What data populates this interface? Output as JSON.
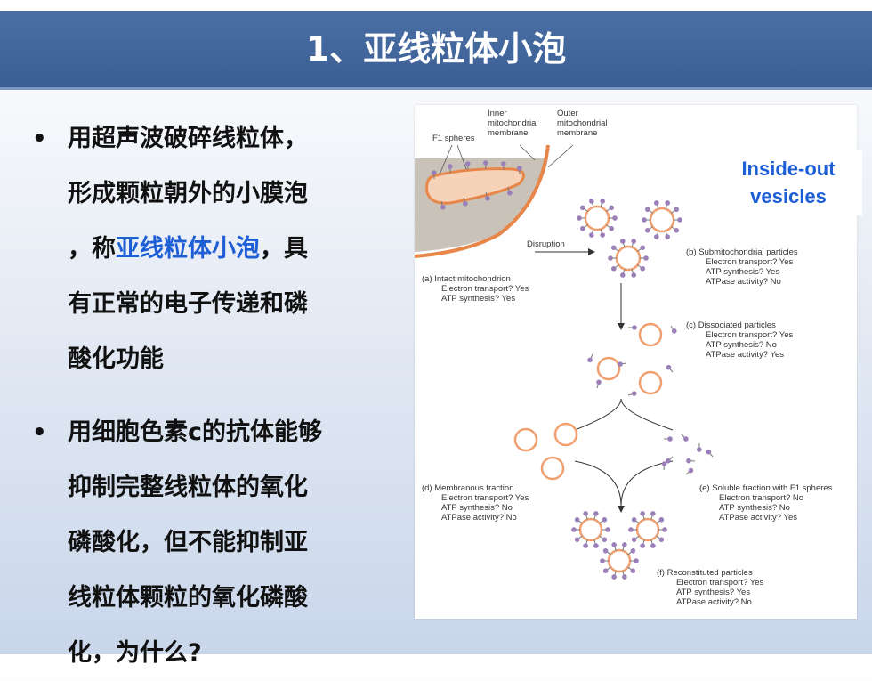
{
  "title": "1、亚线粒体小泡",
  "bullets": [
    {
      "lines": [
        "用超声波破碎线粒体，",
        "形成颗粒朝外的小膜泡"
      ],
      "line3_pre": "，称",
      "line3_hl": "亚线粒体小泡",
      "line3_post": "，具",
      "lines_after": [
        "有正常的电子传递和磷",
        "酸化功能"
      ]
    },
    {
      "lines": [
        "用细胞色素c的抗体能够",
        "抑制完整线粒体的氧化",
        "磷酸化，但不能抑制亚",
        "线粒体颗粒的氧化磷酸",
        "化，为什么?"
      ]
    }
  ],
  "figure": {
    "callout": [
      "Inside-out",
      "vesicles"
    ],
    "f1_spheres": "F1 spheres",
    "inner_membrane": [
      "Inner",
      "mitochondrial",
      "membrane"
    ],
    "outer_membrane": [
      "Outer",
      "mitochondrial",
      "membrane"
    ],
    "disruption": "Disruption",
    "panel_a": {
      "label": "(a) Intact mitochondrion",
      "lines": [
        "Electron transport? Yes",
        "ATP synthesis? Yes"
      ]
    },
    "panel_b": {
      "label": "(b) Submitochondrial particles",
      "lines": [
        "Electron transport? Yes",
        "ATP synthesis? Yes",
        "ATPase activity? No"
      ]
    },
    "panel_c": {
      "label": "(c) Dissociated particles",
      "lines": [
        "Electron transport? Yes",
        "ATP synthesis? No",
        "ATPase activity? Yes"
      ]
    },
    "panel_d": {
      "label": "(d) Membranous fraction",
      "lines": [
        "Electron transport? Yes",
        "ATP synthesis? No",
        "ATPase activity? No"
      ]
    },
    "panel_e": {
      "label": "(e) Soluble fraction with F1 spheres",
      "lines": [
        "Electron transport? No",
        "ATP synthesis? No",
        "ATPase activity? Yes"
      ]
    },
    "panel_f": {
      "label": "(f) Reconstituted particles",
      "lines": [
        "Electron transport? Yes",
        "ATP synthesis? Yes",
        "ATPase activity? No"
      ]
    }
  },
  "colors": {
    "title_bar": "#3b5f94",
    "highlight": "#1f5fd6",
    "vesicle": "#f0a070",
    "sphere": "#9a7fb8"
  }
}
